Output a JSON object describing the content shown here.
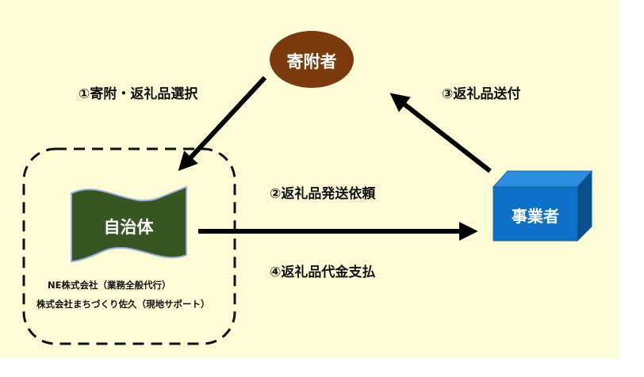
{
  "colors": {
    "background": "#fefcd6",
    "donor_fill": "#7a3a0e",
    "municipality_fill": "#375624",
    "municipality_border": "#9ab0d8",
    "business_front": "#0e71c8",
    "business_top": "#2b8ee0",
    "business_side": "#084f8e",
    "arrow": "#000000"
  },
  "nodes": {
    "donor": {
      "label": "寄附者",
      "shape": "ellipse"
    },
    "municipality": {
      "label": "自治体",
      "shape": "wave-banner"
    },
    "business": {
      "label": "事業者",
      "shape": "cube"
    }
  },
  "flows": {
    "step1": "①寄附・返礼品選択",
    "step2": "②返礼品発送依頼",
    "step3": "③返礼品送付",
    "step4": "④返礼品代金支払"
  },
  "group": {
    "style": "dashed-rounded",
    "members": [
      "NE株式会社（業務全般代行）",
      "株式会社まちづくり佐久（現地サポート）"
    ]
  }
}
